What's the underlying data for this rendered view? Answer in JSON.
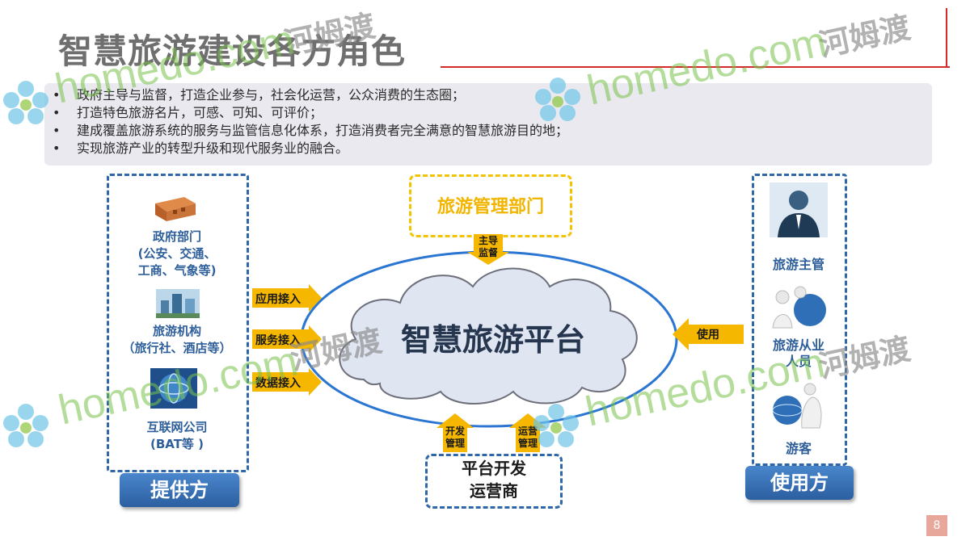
{
  "title": "智慧旅游建设各方角色",
  "bullets": [
    "政府主导与监督，打造企业参与，社会化运营，公众消费的生态圈；",
    "打造特色旅游名片，可感、可知、可评价；",
    "建成覆盖旅游系统的服务与监管信息化体系，打造消费者完全满意的智慧旅游目的地；",
    "实现旅游产业的转型升级和现代服务业的融合。"
  ],
  "bullet_mark": "•",
  "provider": {
    "gov_label_1": "政府部门",
    "gov_label_2": "(公安、交通、",
    "gov_label_3": "工商、气象等)",
    "travel_label_1": "旅游机构",
    "travel_label_2": "（旅行社、酒店等）",
    "internet_label_1": "互联网公司",
    "internet_label_2": "(BAT等 )",
    "button": "提供方"
  },
  "center": {
    "mgmt_dept": "旅游管理部门",
    "platform": "智慧旅游平台",
    "arrow_top_1": "主导",
    "arrow_top_2": "监督",
    "arrow_app": "应用接入",
    "arrow_service": "服务接入",
    "arrow_data": "数据接入",
    "arrow_use": "使用",
    "arrow_dev_1": "开发",
    "arrow_dev_2": "管理",
    "arrow_ops_1": "运营",
    "arrow_ops_2": "管理",
    "operator_1": "平台开发",
    "operator_2": "运营商"
  },
  "user": {
    "label_1": "旅游主管",
    "label_2": "旅游从业",
    "label_3": "人员",
    "label_4": "游客",
    "button": "使用方"
  },
  "watermarks": {
    "cn": "河姆渡",
    "en": "homedo.com"
  },
  "page_number": "8",
  "colors": {
    "accent_red": "#d42a2a",
    "blue": "#2f67a8",
    "yellow": "#f5b700",
    "cloud": "#dfe6f2"
  }
}
